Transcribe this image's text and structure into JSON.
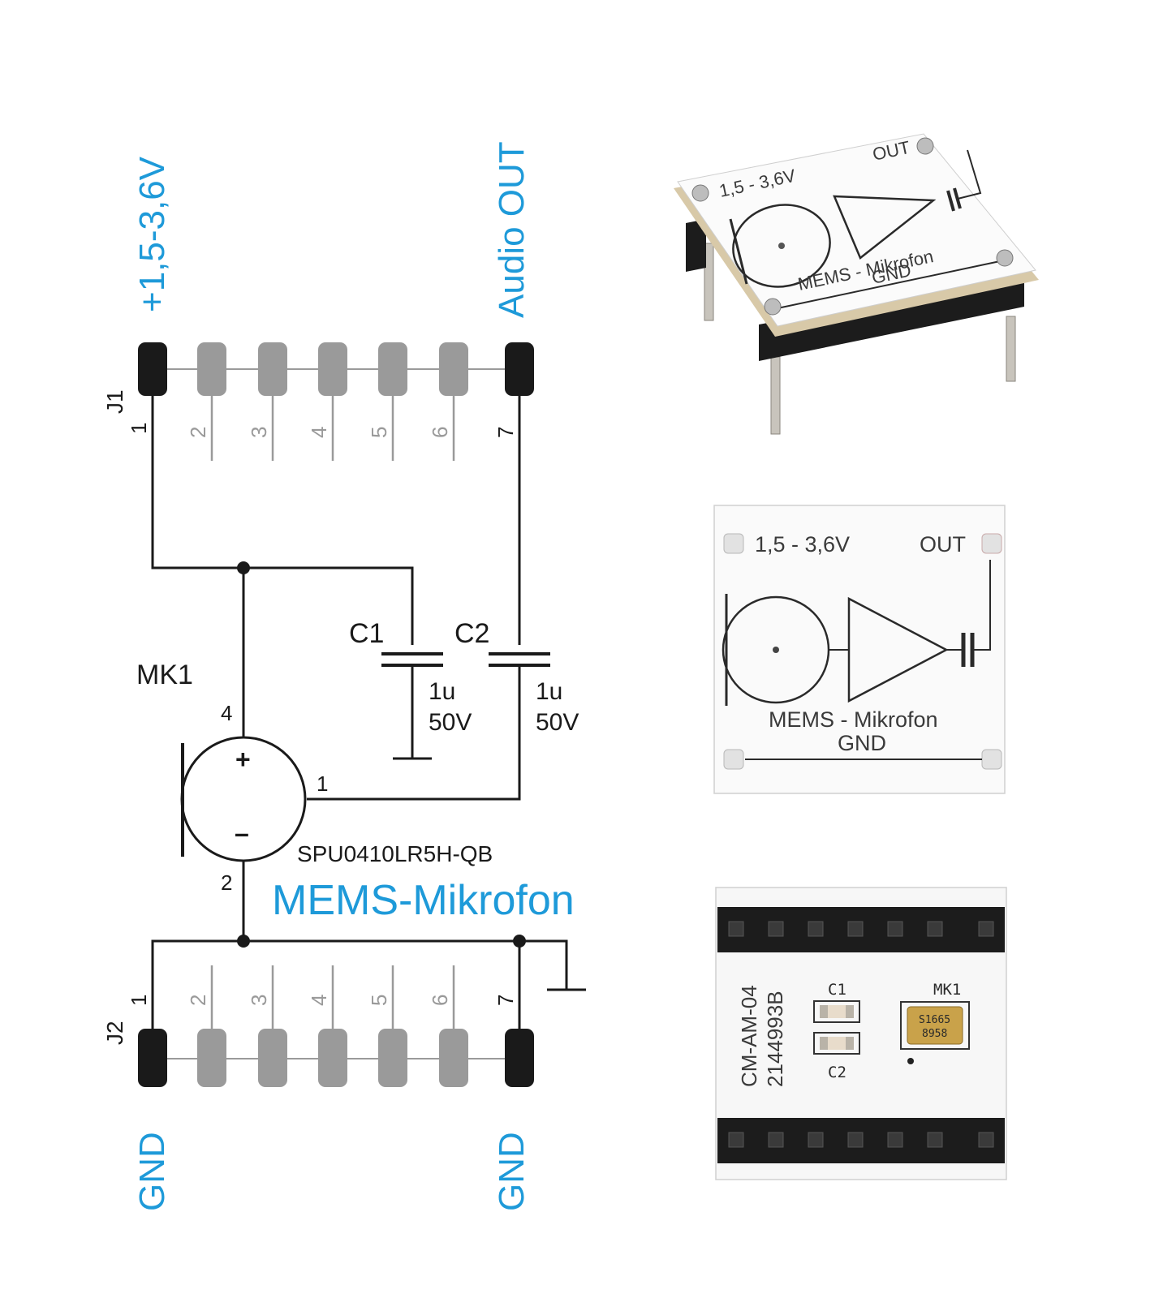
{
  "schematic": {
    "supply_label": "+1,5-3,6V",
    "audio_out_label": "Audio OUT",
    "gnd_left_label": "GND",
    "gnd_right_label": "GND",
    "j1_label": "J1",
    "j2_label": "J2",
    "pins": [
      "1",
      "2",
      "3",
      "4",
      "5",
      "6",
      "7"
    ],
    "mk1_label": "MK1",
    "mk1_pin4": "4",
    "mk1_pin1": "1",
    "mk1_pin2": "2",
    "mk1_plus": "+",
    "mk1_minus": "–",
    "part_number": "SPU0410LR5H-QB",
    "title": "MEMS-Mikrofon",
    "c1": {
      "name": "C1",
      "value": "1u",
      "voltage": "50V"
    },
    "c2": {
      "name": "C2",
      "value": "1u",
      "voltage": "50V"
    }
  },
  "board_photos": {
    "supply_silk": "1,5 - 3,6V",
    "out_silk": "OUT",
    "mems_silk": "MEMS - Mikrofon",
    "gnd_silk": "GND",
    "bottom_model": "CM-AM-04",
    "bottom_part": "2144993B",
    "bottom_c1": "C1",
    "bottom_c2": "C2",
    "bottom_mk1": "MK1",
    "chip_line1": "S1665",
    "chip_line2": "8958"
  },
  "colors": {
    "label_blue": "#1e9ad9",
    "wire": "#1a1a1a",
    "unused_pin": "#9a9a9a"
  }
}
